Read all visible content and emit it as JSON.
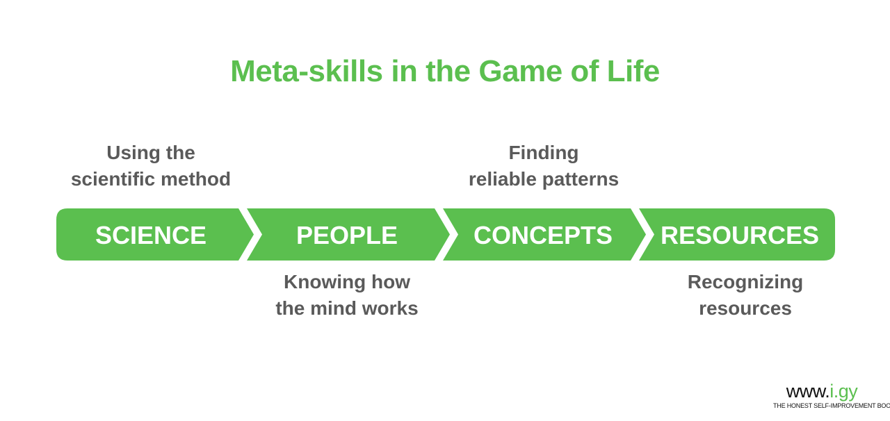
{
  "title": "Meta-skills in the Game of Life",
  "colors": {
    "accent": "#5bbf4f",
    "caption_text": "#5a5a5a",
    "segment_text": "#ffffff",
    "brand_text": "#111111"
  },
  "steps": [
    {
      "label": "SCIENCE",
      "caption": [
        "Using the",
        "scientific method"
      ]
    },
    {
      "label": "PEOPLE",
      "caption": [
        "Knowing how",
        "the mind works"
      ]
    },
    {
      "label": "CONCEPTS",
      "caption": [
        "Finding",
        "reliable patterns"
      ]
    },
    {
      "label": "RESOURCES",
      "caption": [
        "Recognizing",
        "resources"
      ]
    }
  ],
  "brand": {
    "prefix": "www.",
    "highlight": "i.gy",
    "tagline": "THE HONEST SELF-IMPROVEMENT BOOK"
  }
}
